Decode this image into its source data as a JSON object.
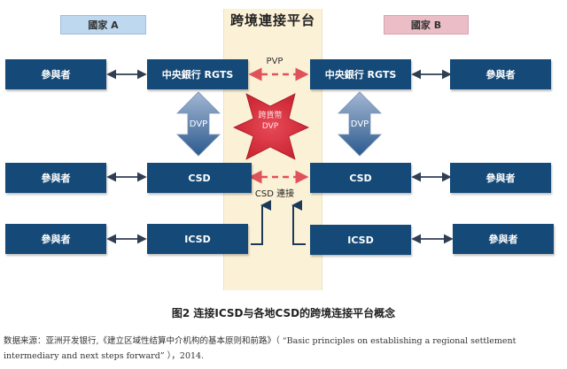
{
  "platform": {
    "title": "跨境連接平台"
  },
  "countries": {
    "a": "國家 A",
    "b": "國家 B"
  },
  "rows": {
    "rtgs": {
      "participant": "參與者",
      "node": "中央銀行 RGTS"
    },
    "csd": {
      "participant": "參與者",
      "node": "CSD"
    },
    "icsd": {
      "participant": "參與者",
      "node": "ICSD"
    }
  },
  "links": {
    "pvp": "PVP",
    "dvp_a": "DVP",
    "dvp_b": "DVP",
    "cross_dvp_line1": "跨貨幣",
    "cross_dvp_line2": "DVP",
    "csd_link": "CSD 連接"
  },
  "caption": "图2  连接ICSD与各地CSD的跨境连接平台概念",
  "source": "数据来源：亚洲开发银行,《建立区域性结算中介机构的基本原则和前路》（ “Basic principles on establishing a regional settlement intermediary and next steps forward” ），2014.",
  "colors": {
    "node": "#154a78",
    "platform": "#fbf1d6",
    "country_a": "#bdd8ef",
    "country_b": "#ebbdc7",
    "pvp_dashed": "#e0525a",
    "cross_dvp": "#e02b3a",
    "dvp_arrow": "#5a7fb0"
  }
}
